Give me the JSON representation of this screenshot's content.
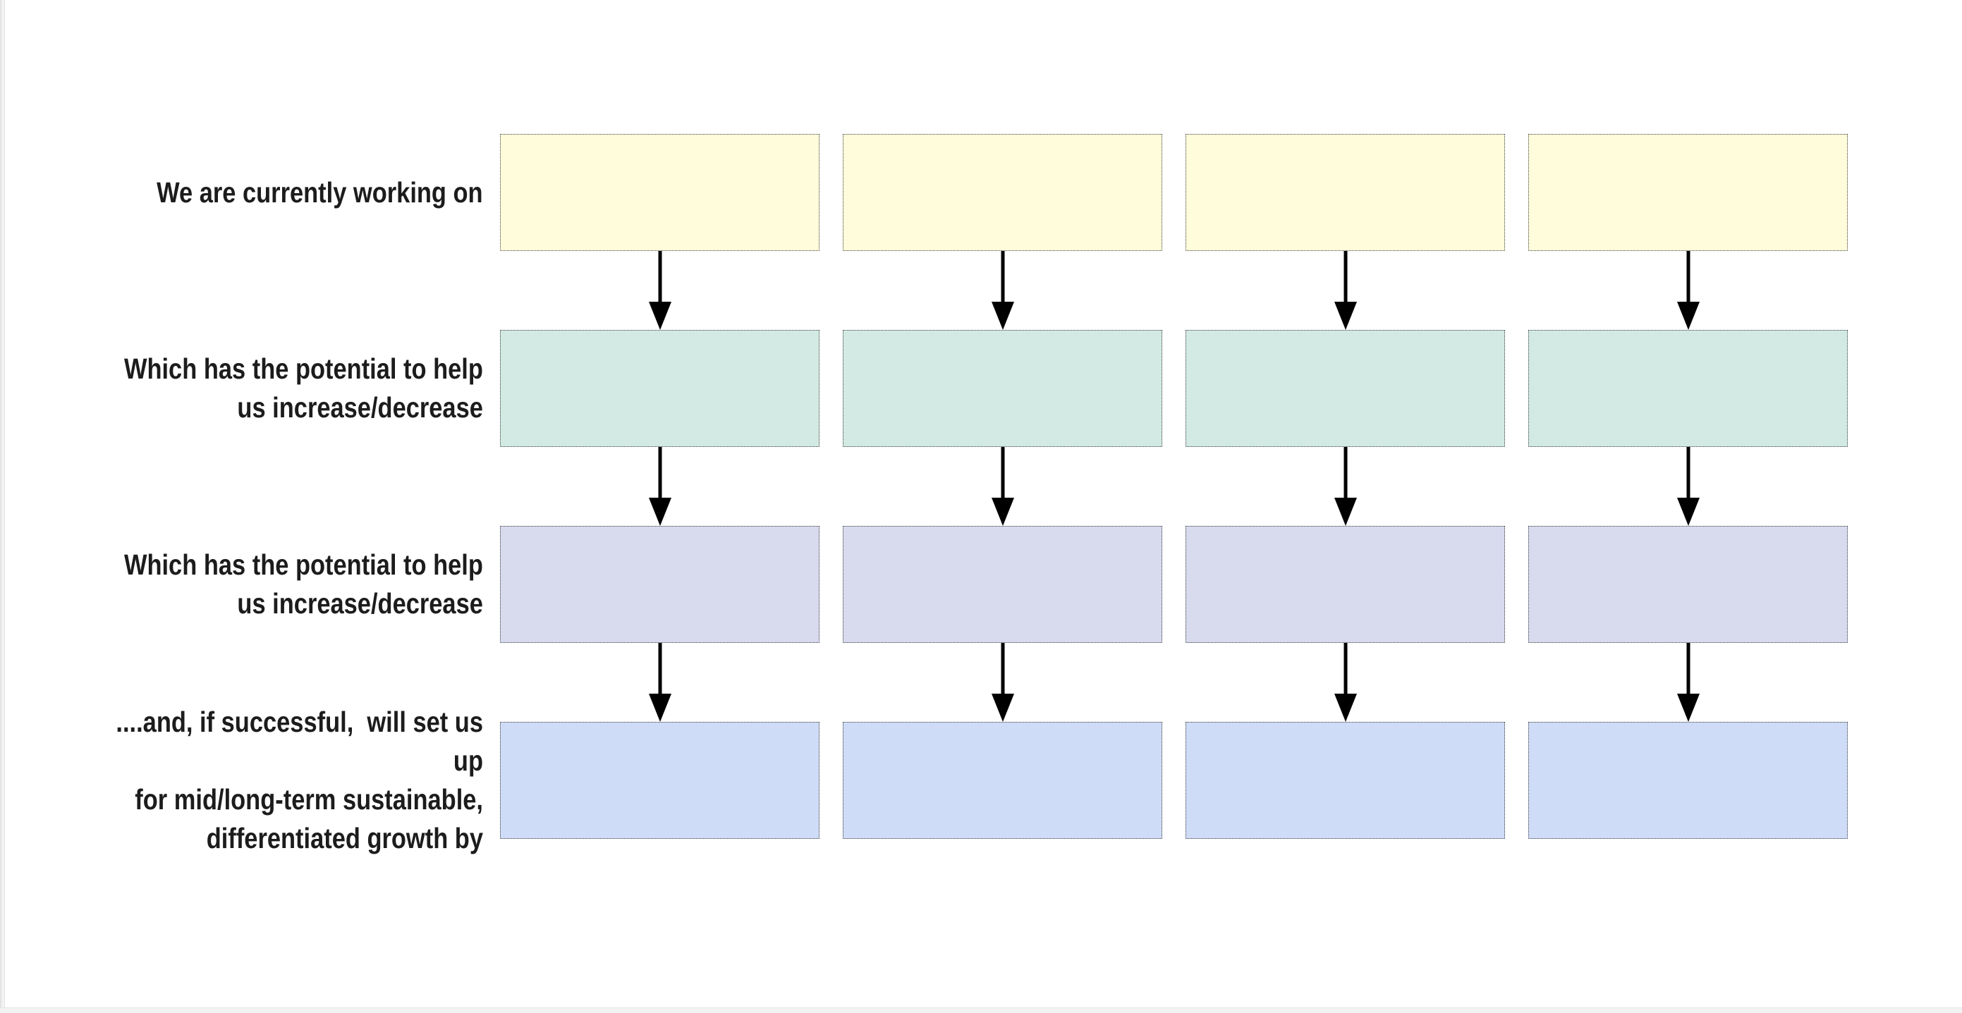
{
  "diagram": {
    "columns": 4,
    "arrow_color": "#000000",
    "box_border_color": "#3c3c3c",
    "label_text_color": "#1c1c1c",
    "canvas_background": "#ffffff",
    "edge_strip_color": "#f2f2f2",
    "rows": [
      {
        "label": "We are currently working on",
        "color": "#fefcda"
      },
      {
        "label": "Which has the potential to help\nus increase/decrease",
        "color": "#d2eae3"
      },
      {
        "label": "Which has the potential to help\nus increase/decrease",
        "color": "#d8daee"
      },
      {
        "label": "....and, if successful,  will set us up\nfor mid/long-term sustainable,\ndifferentiated growth by",
        "color": "#cfdcf7"
      }
    ]
  }
}
